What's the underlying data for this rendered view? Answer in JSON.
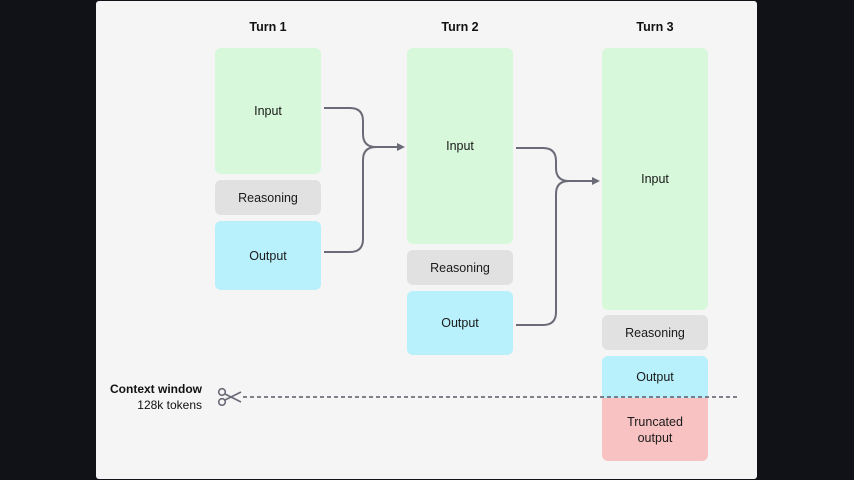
{
  "turns": [
    {
      "title": "Turn 1",
      "input": "Input",
      "reasoning": "Reasoning",
      "output": "Output"
    },
    {
      "title": "Turn 2",
      "input": "Input",
      "reasoning": "Reasoning",
      "output": "Output"
    },
    {
      "title": "Turn 3",
      "input": "Input",
      "reasoning": "Reasoning",
      "output": "Output",
      "truncated": "Truncated\noutput"
    }
  ],
  "context_window": {
    "title": "Context window",
    "size": "128k tokens"
  },
  "colors": {
    "input": "#d7f8da",
    "reasoning": "#e1e1e1",
    "output": "#b8f0fb",
    "truncated": "#f9c2c2",
    "arrows": "#6b6b78"
  },
  "icons": {
    "cut_marker": "scissors-icon"
  }
}
